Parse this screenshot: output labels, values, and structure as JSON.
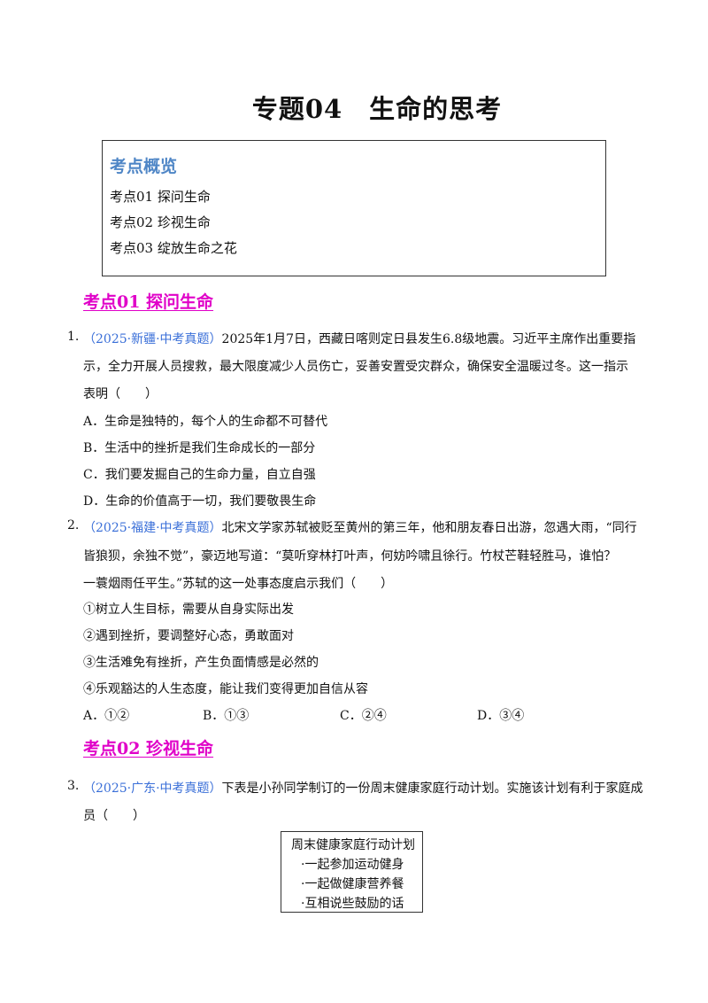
{
  "title": "专题04　生命的思考",
  "overview": {
    "heading": "考点概览",
    "items": [
      "考点01  探问生命",
      "考点02  珍视生命",
      "考点03  绽放生命之花"
    ]
  },
  "sections": [
    {
      "heading": "考点01  探问生命"
    },
    {
      "heading": "考点02 珍视生命"
    }
  ],
  "questions": [
    {
      "number": "1.",
      "source": "（2025·新疆·中考真题）",
      "lines": [
        "2025年1月7日，西藏日喀则定日县发生6.8级地震。习近平主席作出重要指",
        "示，全力开展人员搜救，最大限度减少人员伤亡，妥善安置受灾群众，确保安全温暖过冬。这一指示",
        "表明（　　）"
      ],
      "options": [
        "A．生命是独特的，每个人的生命都不可替代",
        "B．生活中的挫折是我们生命成长的一部分",
        "C．我们要发掘自己的生命力量，自立自强",
        "D．生命的价值高于一切，我们要敬畏生命"
      ]
    },
    {
      "number": "2.",
      "source": "（2025·福建·中考真题）",
      "lines": [
        "北宋文学家苏轼被贬至黄州的第三年，他和朋友春日出游，忽遇大雨，“同行",
        "皆狼狈，余独不觉”，豪迈地写道：“莫听穿林打叶声，何妨吟啸且徐行。竹杖芒鞋轻胜马，谁怕？",
        "一蓑烟雨任平生。”苏轼的这一处事态度启示我们（　　）"
      ],
      "statements": [
        "①树立人生目标，需要从自身实际出发",
        "②遇到挫折，要调整好心态，勇敢面对",
        "③生活难免有挫折，产生负面情感是必然的",
        "④乐观豁达的人生态度，能让我们变得更加自信从容"
      ],
      "options": [
        "A．①②",
        "B．①③",
        "C．②④",
        "D．③④"
      ]
    },
    {
      "number": "3.",
      "source": "（2025·广东·中考真题）",
      "lines": [
        "下表是小孙同学制订的一份周末健康家庭行动计划。实施该计划有利于家庭成",
        "员（　　）"
      ],
      "plan": [
        "周末健康家庭行动计划",
        "·一起参加运动健身",
        "·一起做健康营养餐",
        "·互相说些鼓励的话"
      ]
    }
  ]
}
